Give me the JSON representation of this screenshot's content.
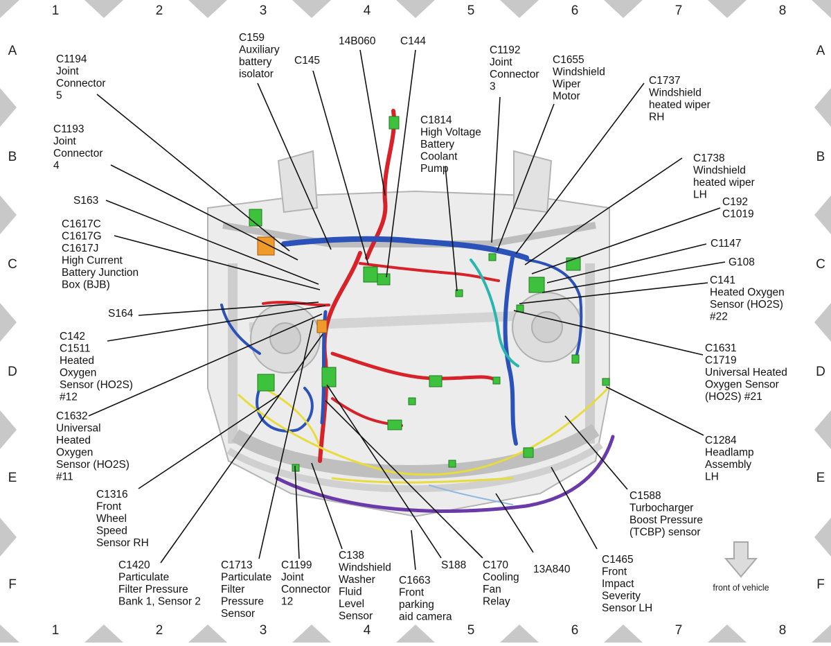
{
  "grid": {
    "columns": [
      "1",
      "2",
      "3",
      "4",
      "5",
      "6",
      "7",
      "8"
    ],
    "rows": [
      "A",
      "B",
      "C",
      "D",
      "E",
      "F"
    ]
  },
  "colors": {
    "harness_red": "#d8222a",
    "harness_blue": "#2a52b8",
    "harness_yellow": "#e8dc3c",
    "harness_purple": "#6a3aa8",
    "harness_cyan": "#2ab6b0",
    "connector_green": "#3ec23e",
    "frame_gray": "#c9c9c9",
    "marker_gray": "#c8c8c8"
  },
  "labels": [
    {
      "id": "c1194",
      "lines": [
        "C1194",
        "Joint",
        "Connector",
        "5"
      ]
    },
    {
      "id": "c159",
      "lines": [
        "C159",
        "Auxiliary",
        "battery",
        "isolator"
      ]
    },
    {
      "id": "c145",
      "lines": [
        "C145"
      ]
    },
    {
      "id": "14b060",
      "lines": [
        "14B060"
      ]
    },
    {
      "id": "c144",
      "lines": [
        "C144"
      ]
    },
    {
      "id": "c1814",
      "lines": [
        "C1814",
        "High Voltage",
        "Battery",
        "Coolant",
        "Pump"
      ]
    },
    {
      "id": "c1192",
      "lines": [
        "C1192",
        "Joint",
        "Connector",
        "3"
      ]
    },
    {
      "id": "c1655",
      "lines": [
        "C1655",
        "Windshield",
        "Wiper",
        "Motor"
      ]
    },
    {
      "id": "c1737",
      "lines": [
        "C1737",
        "Windshield",
        "heated wiper",
        "RH"
      ]
    },
    {
      "id": "c1193",
      "lines": [
        "C1193",
        "Joint",
        "Connector",
        "4"
      ]
    },
    {
      "id": "c1738",
      "lines": [
        "C1738",
        "Windshield",
        "heated wiper",
        "LH"
      ]
    },
    {
      "id": "s163",
      "lines": [
        "S163"
      ]
    },
    {
      "id": "c192",
      "lines": [
        "C192",
        "C1019"
      ]
    },
    {
      "id": "c1617",
      "lines": [
        "C1617C",
        "C1617G",
        "C1617J",
        "High Current",
        "Battery Junction",
        "Box (BJB)"
      ]
    },
    {
      "id": "c1147",
      "lines": [
        "C1147"
      ]
    },
    {
      "id": "g108",
      "lines": [
        "G108"
      ]
    },
    {
      "id": "c141",
      "lines": [
        "C141",
        "Heated Oxygen",
        "Sensor (HO2S)",
        "#22"
      ]
    },
    {
      "id": "s164",
      "lines": [
        "S164"
      ]
    },
    {
      "id": "c142",
      "lines": [
        "C142",
        "C1511",
        "Heated",
        "Oxygen",
        "Sensor (HO2S)",
        "#12"
      ]
    },
    {
      "id": "c1631",
      "lines": [
        "C1631",
        "C1719",
        "Universal Heated",
        "Oxygen Sensor",
        "(HO2S) #21"
      ]
    },
    {
      "id": "c1632",
      "lines": [
        "C1632",
        "Universal",
        "Heated",
        "Oxygen",
        "Sensor (HO2S)",
        "#11"
      ]
    },
    {
      "id": "c1284",
      "lines": [
        "C1284",
        "Headlamp",
        "Assembly",
        "LH"
      ]
    },
    {
      "id": "c1316",
      "lines": [
        "C1316",
        "Front",
        "Wheel",
        "Speed",
        "Sensor RH"
      ]
    },
    {
      "id": "c1588",
      "lines": [
        "C1588",
        "Turbocharger",
        "Boost Pressure",
        "(TCBP) sensor"
      ]
    },
    {
      "id": "c1420",
      "lines": [
        "C1420",
        "Particulate",
        "Filter Pressure",
        "Bank 1, Sensor 2"
      ]
    },
    {
      "id": "c1713",
      "lines": [
        "C1713",
        "Particulate",
        "Filter",
        "Pressure",
        "Sensor"
      ]
    },
    {
      "id": "c1199",
      "lines": [
        "C1199",
        "Joint",
        "Connector",
        "12"
      ]
    },
    {
      "id": "c138",
      "lines": [
        "C138",
        "Windshield",
        "Washer",
        "Fluid",
        "Level",
        "Sensor"
      ]
    },
    {
      "id": "c1663",
      "lines": [
        "C1663",
        "Front",
        "parking",
        "aid camera"
      ]
    },
    {
      "id": "s188",
      "lines": [
        "S188"
      ]
    },
    {
      "id": "c170",
      "lines": [
        "C170",
        "Cooling",
        "Fan",
        "Relay"
      ]
    },
    {
      "id": "13a840",
      "lines": [
        "13A840"
      ]
    },
    {
      "id": "c1465",
      "lines": [
        "C1465",
        "Front",
        "Impact",
        "Severity",
        "Sensor LH"
      ]
    }
  ],
  "legend": {
    "front_text": "front of vehicle",
    "icon": "arrow-down-icon"
  }
}
